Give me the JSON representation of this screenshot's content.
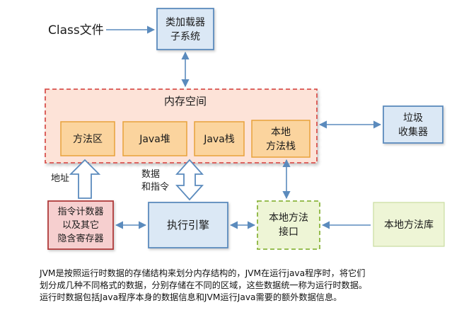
{
  "source_label": "Class文件",
  "classloader": [
    "类加载器",
    "子系统"
  ],
  "memory": {
    "title": "内存空间",
    "method_area": "方法区",
    "heap": "Java堆",
    "stack": "Java栈",
    "native_stack": [
      "本地",
      "方法栈"
    ]
  },
  "gc": [
    "垃圾",
    "收集器"
  ],
  "registers": [
    "指令计数器",
    "以及其它",
    "隐含寄存器"
  ],
  "engine": "执行引擎",
  "native_interface": [
    "本地方法",
    "接口"
  ],
  "native_library": "本地方法库",
  "edge_labels": {
    "address": "地址",
    "data_instr": [
      "数据",
      "和指令"
    ]
  },
  "caption": [
    "JVM是按照运行时数据的存储结构来划分内存结构的，JVM在运行java程序时，将它们",
    "划分成几种不同格式的数据，分别存储在不同的区域，这些数据统一称为运行时数据。",
    "运行时数据包括Java程序本身的数据信息和JVM运行Java需要的额外数据信息。"
  ],
  "colors": {
    "blue_fill": "#dbe8f5",
    "blue_stroke": "#5b8bbd",
    "memory_fill": "#fde3d8",
    "memory_stroke": "#d9534f",
    "orange_fill": "#fbd49e",
    "orange_stroke": "#e8a23a",
    "pink_fill": "#f6cfcf",
    "pink_stroke": "#b03a3a",
    "green_fill": "#eef5d6",
    "green_stroke": "#8bb53e",
    "arrow": "#5b8bbd"
  }
}
